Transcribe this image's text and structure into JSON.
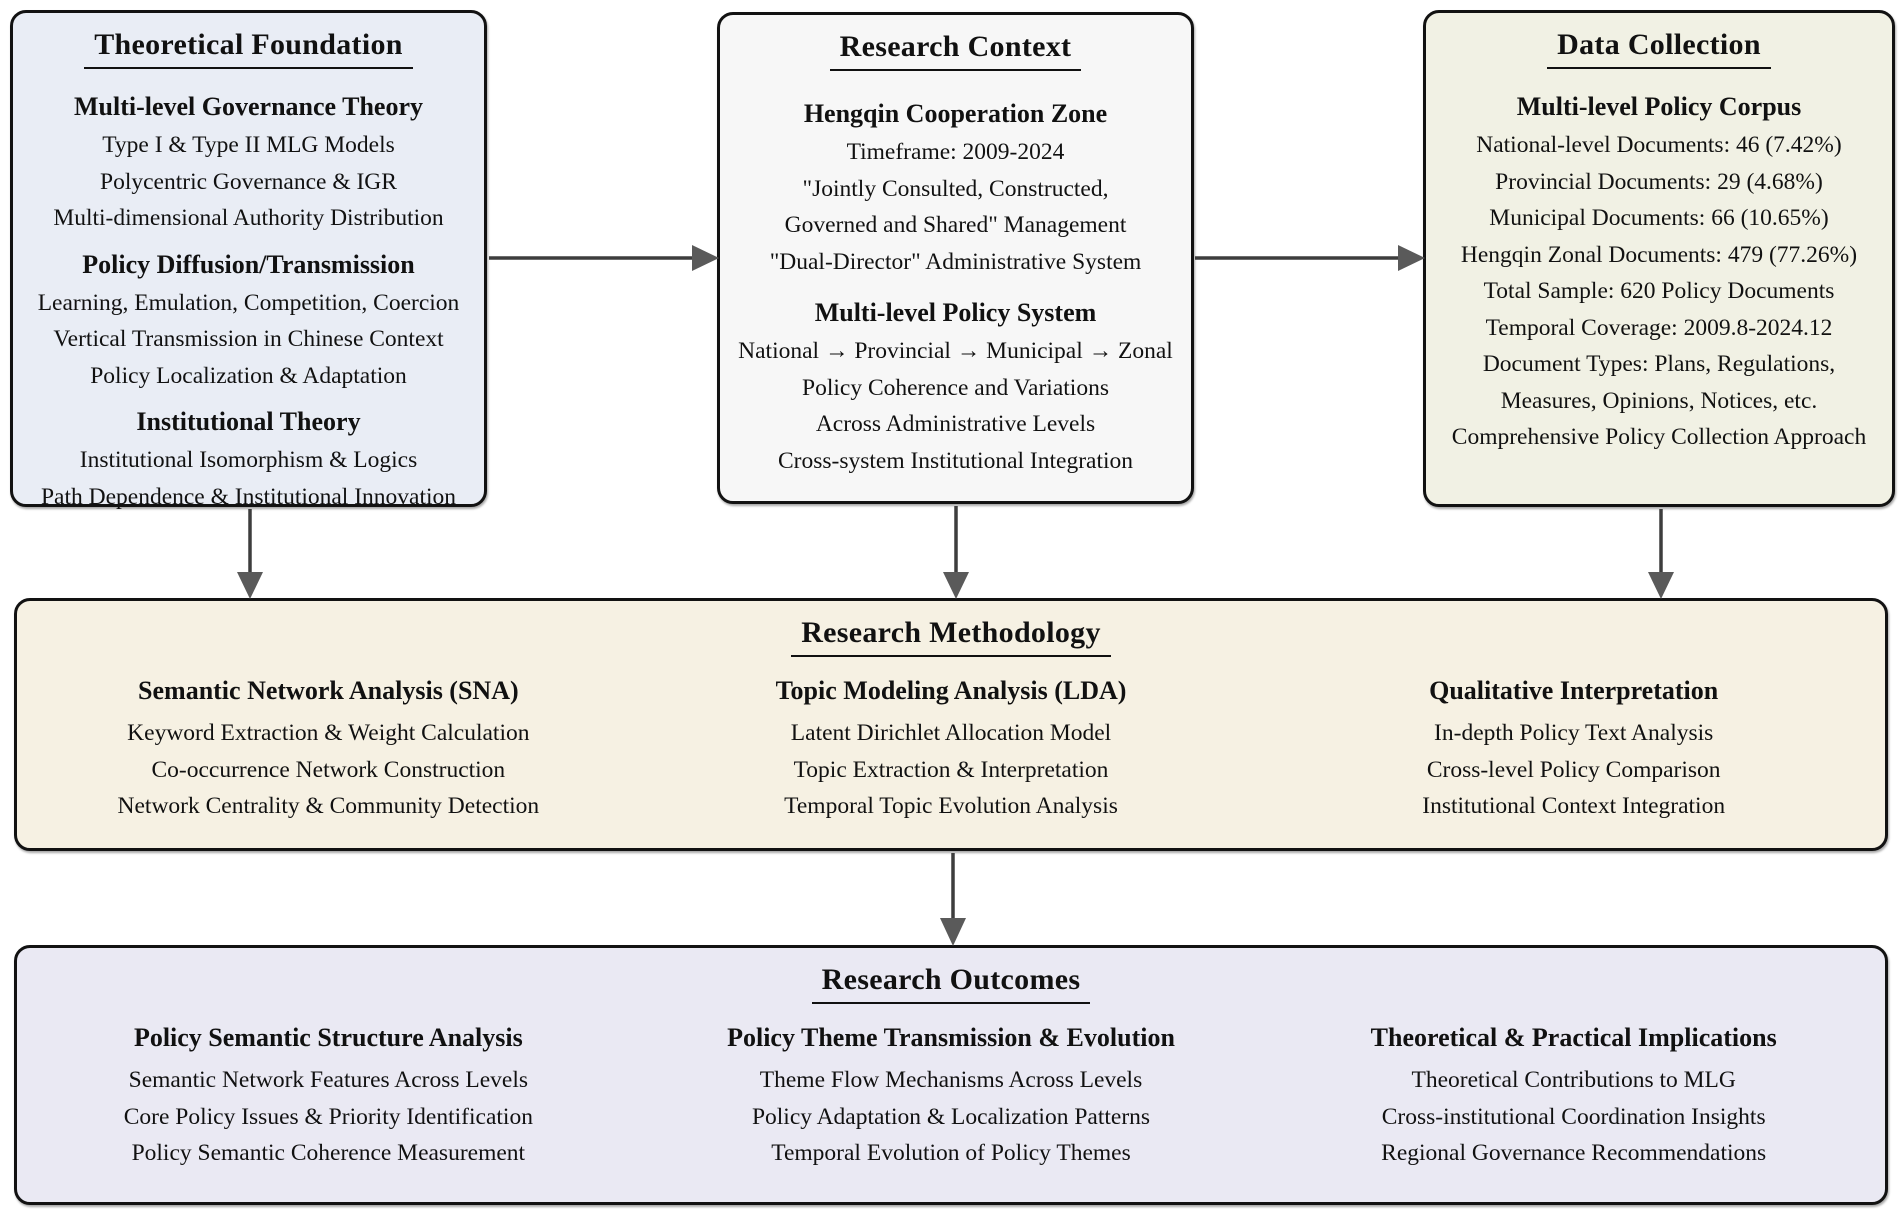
{
  "diagram": {
    "theoretical_foundation": {
      "title": "Theoretical Foundation",
      "sections": [
        {
          "heading": "Multi-level Governance Theory",
          "items": [
            "Type I & Type II MLG Models",
            "Polycentric Governance & IGR",
            "Multi-dimensional Authority Distribution"
          ]
        },
        {
          "heading": "Policy Diffusion/Transmission",
          "items": [
            "Learning, Emulation, Competition, Coercion",
            "Vertical Transmission in Chinese Context",
            "Policy Localization & Adaptation"
          ]
        },
        {
          "heading": "Institutional Theory",
          "items": [
            "Institutional Isomorphism & Logics",
            "Path Dependence & Institutional Innovation"
          ]
        }
      ]
    },
    "research_context": {
      "title": "Research Context",
      "sections": [
        {
          "heading": "Hengqin Cooperation Zone",
          "items": [
            "Timeframe: 2009-2024",
            "\"Jointly Consulted, Constructed,",
            "Governed and Shared\" Management",
            "\"Dual-Director\" Administrative System"
          ]
        },
        {
          "heading": "Multi-level Policy System",
          "items": [
            "National → Provincial → Municipal → Zonal",
            "Policy Coherence and Variations",
            "Across Administrative Levels",
            "Cross-system Institutional Integration"
          ]
        }
      ]
    },
    "data_collection": {
      "title": "Data Collection",
      "sections": [
        {
          "heading": "Multi-level Policy Corpus",
          "items": [
            "National-level Documents: 46 (7.42%)",
            "Provincial Documents: 29 (4.68%)",
            "Municipal Documents: 66 (10.65%)",
            "Hengqin Zonal Documents: 479 (77.26%)",
            "Total Sample: 620 Policy Documents",
            "Temporal Coverage: 2009.8-2024.12",
            "Document Types: Plans, Regulations,",
            "Measures, Opinions, Notices, etc.",
            "Comprehensive Policy Collection Approach"
          ]
        }
      ]
    },
    "research_methodology": {
      "title": "Research Methodology",
      "columns": [
        {
          "heading": "Semantic Network Analysis (SNA)",
          "items": [
            "Keyword Extraction & Weight Calculation",
            "Co-occurrence Network Construction",
            "Network Centrality & Community Detection"
          ]
        },
        {
          "heading": "Topic Modeling Analysis (LDA)",
          "items": [
            "Latent Dirichlet Allocation Model",
            "Topic Extraction & Interpretation",
            "Temporal Topic Evolution Analysis"
          ]
        },
        {
          "heading": "Qualitative Interpretation",
          "items": [
            "In-depth Policy Text Analysis",
            "Cross-level Policy Comparison",
            "Institutional Context Integration"
          ]
        }
      ]
    },
    "research_outcomes": {
      "title": "Research Outcomes",
      "columns": [
        {
          "heading": "Policy Semantic Structure Analysis",
          "items": [
            "Semantic Network Features Across Levels",
            "Core Policy Issues & Priority Identification",
            "Policy Semantic Coherence Measurement"
          ]
        },
        {
          "heading": "Policy Theme Transmission & Evolution",
          "items": [
            "Theme Flow Mechanisms Across Levels",
            "Policy Adaptation & Localization Patterns",
            "Temporal Evolution of Policy Themes"
          ]
        },
        {
          "heading": "Theoretical & Practical Implications",
          "items": [
            "Theoretical Contributions to MLG",
            "Cross-institutional Coordination Insights",
            "Regional Governance Recommendations"
          ]
        }
      ]
    },
    "colors": {
      "theoretical_foundation_bg": "#e9edf5",
      "research_context_bg": "#f7f7f7",
      "data_collection_bg": "#f1f1e4",
      "research_methodology_bg": "#f6f1e3",
      "research_outcomes_bg": "#eae9f3",
      "box_border": "#121212",
      "arrow": "#4a4a4a"
    }
  }
}
